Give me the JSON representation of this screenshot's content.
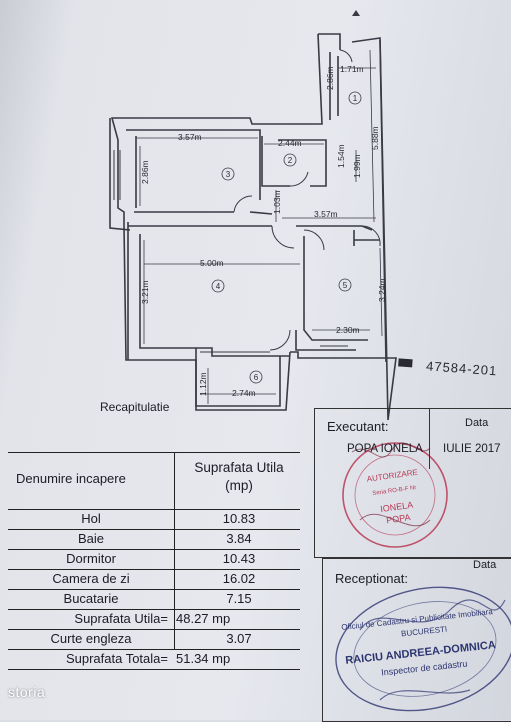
{
  "plan": {
    "dims": {
      "hol_width": "1.71m",
      "hol_wall": "2.86m",
      "hol_length": "5.88m",
      "dorm_width": "3.57m",
      "dorm_height": "2.86m",
      "baie_width": "2.44m",
      "baie_height": "1.54m",
      "baie_height2": "1.99m",
      "passage": "1.03m",
      "buc_top": "3.57m",
      "camera_width": "5.00m",
      "camera_height": "3.21m",
      "buc_height": "3.24m",
      "buc_width": "2.30m",
      "balcon_width": "2.74m",
      "balcon_height": "1.12m"
    },
    "rooms": [
      "1",
      "2",
      "3",
      "4",
      "5",
      "6"
    ],
    "stamp_code": "47584-201"
  },
  "recap_label": "Recapitulatie",
  "table": {
    "col1": "Denumire incapere",
    "col2": "Suprafata Utila (mp)",
    "rows": [
      {
        "name": "Hol",
        "value": "10.83"
      },
      {
        "name": "Baie",
        "value": "3.84"
      },
      {
        "name": "Dormitor",
        "value": "10.43"
      },
      {
        "name": "Camera de zi",
        "value": "16.02"
      },
      {
        "name": "Bucatarie",
        "value": "7.15"
      }
    ],
    "util_label": "Suprafata Utila=",
    "util_value": "48.27 mp",
    "balcon_label": "Curte engleza",
    "balcon_value": "3.07",
    "total_label": "Suprafata Totala=",
    "total_value": "51.34 mp"
  },
  "executant": {
    "title": "Executant:",
    "date_label": "Data",
    "name": "POPA IONELA",
    "date": "IULIE 2017",
    "stamp_lines": [
      "AUTORIZARE",
      "Seria RO-B-F Nr",
      "IONELA",
      "POPA"
    ]
  },
  "receptionat": {
    "title": "Receptionat:",
    "date_label": "Data",
    "office_line1": "Oficiul de Cadastru si Publicitate Imobiliara",
    "office_line2": "BUCURESTI",
    "name": "RAICIU ANDREEA-DOMNICA",
    "role": "Inspector de cadastru"
  },
  "logo": "storia"
}
